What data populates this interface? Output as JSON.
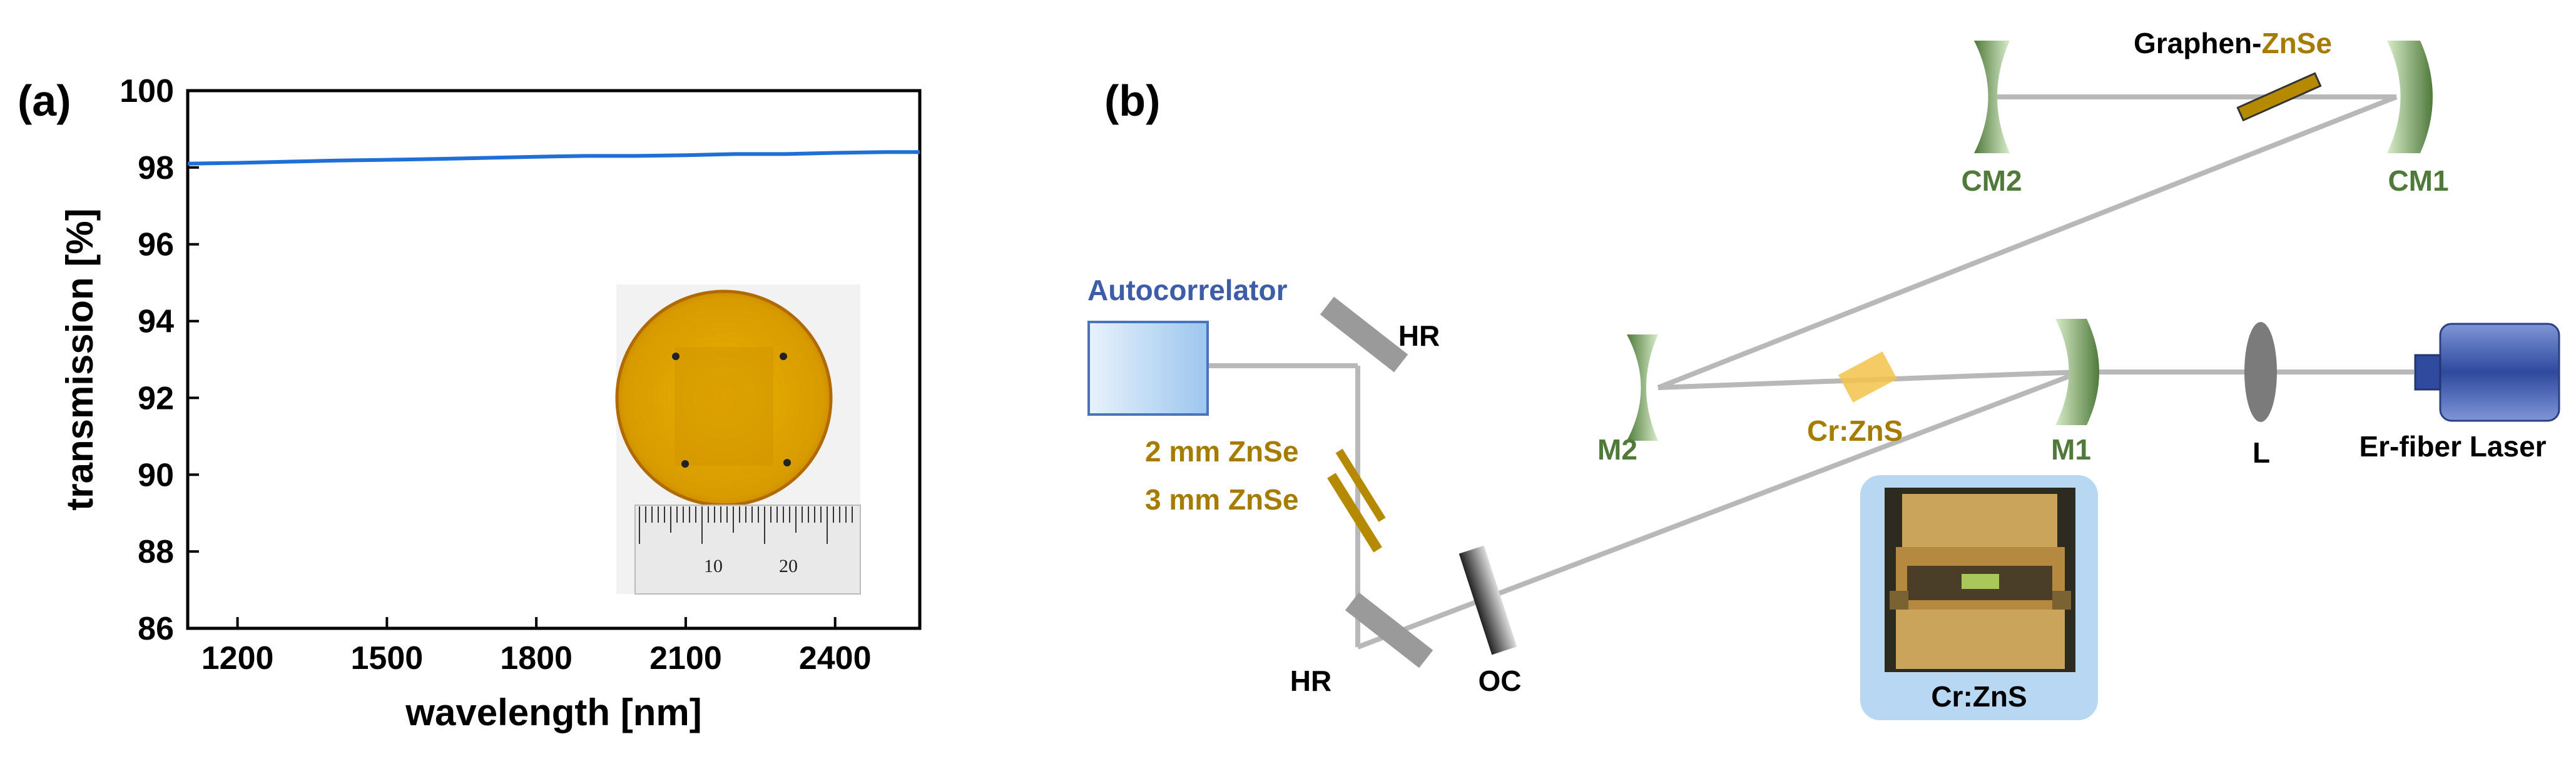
{
  "panel_a": {
    "label": "(a)",
    "chart_data": {
      "type": "line",
      "xlabel": "wavelength [nm]",
      "ylabel": "transmission [%]",
      "xlim": [
        1100,
        2570
      ],
      "ylim": [
        86,
        100
      ],
      "xticks": [
        1200,
        1500,
        1800,
        2100,
        2400
      ],
      "yticks": [
        86,
        88,
        90,
        92,
        94,
        96,
        98,
        100
      ],
      "grid": false,
      "line_color": "#1f6fd6",
      "series": [
        {
          "x": [
            1100,
            1200,
            1300,
            1400,
            1500,
            1600,
            1700,
            1800,
            1900,
            2000,
            2100,
            2200,
            2300,
            2400,
            2500,
            2570
          ],
          "values": [
            98.1,
            98.12,
            98.15,
            98.18,
            98.2,
            98.22,
            98.25,
            98.28,
            98.3,
            98.3,
            98.32,
            98.35,
            98.35,
            98.38,
            98.4,
            98.4
          ]
        }
      ],
      "inset": {
        "ruler_labels": [
          "10",
          "20"
        ]
      }
    }
  },
  "panel_b": {
    "label": "(b)",
    "labels": {
      "graphene_prefix": "Graphen-",
      "graphene_suffix": "ZnSe",
      "cm2": "CM2",
      "cm1": "CM1",
      "autocorrelator": "Autocorrelator",
      "hr_top": "HR",
      "hr_bottom": "HR",
      "m2": "M2",
      "crzns_crystal": "Cr:ZnS",
      "m1": "M1",
      "lens": "L",
      "laser": "Er-fiber Laser",
      "znse_2mm": "2 mm ZnSe",
      "znse_3mm": "3 mm ZnSe",
      "oc": "OC",
      "photo_caption": "Cr:ZnS"
    },
    "colors": {
      "mirror_green": "#4f7a3a",
      "crystal_gold": "#a67c00",
      "autocorrelator_blue": "#3d5da8",
      "beam_gray": "#b8b8b8"
    }
  }
}
